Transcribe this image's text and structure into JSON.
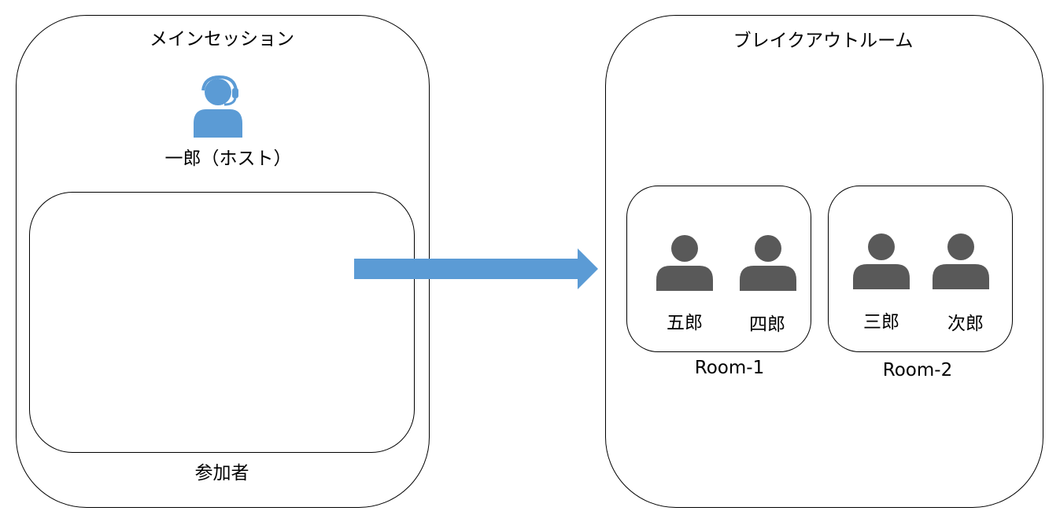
{
  "main_session": {
    "title": "メインセッション",
    "host_label": "一郎（ホスト）",
    "participants_label": "参加者"
  },
  "breakout": {
    "title": "ブレイクアウトルーム",
    "rooms": [
      {
        "name": "Room-1",
        "members": [
          "五郎",
          "四郎"
        ]
      },
      {
        "name": "Room-2",
        "members": [
          "三郎",
          "次郎"
        ]
      }
    ]
  },
  "colors": {
    "host_icon": "#5b9bd5",
    "member_icon": "#595959",
    "arrow": "#5b9bd5",
    "outline": "#000000"
  }
}
